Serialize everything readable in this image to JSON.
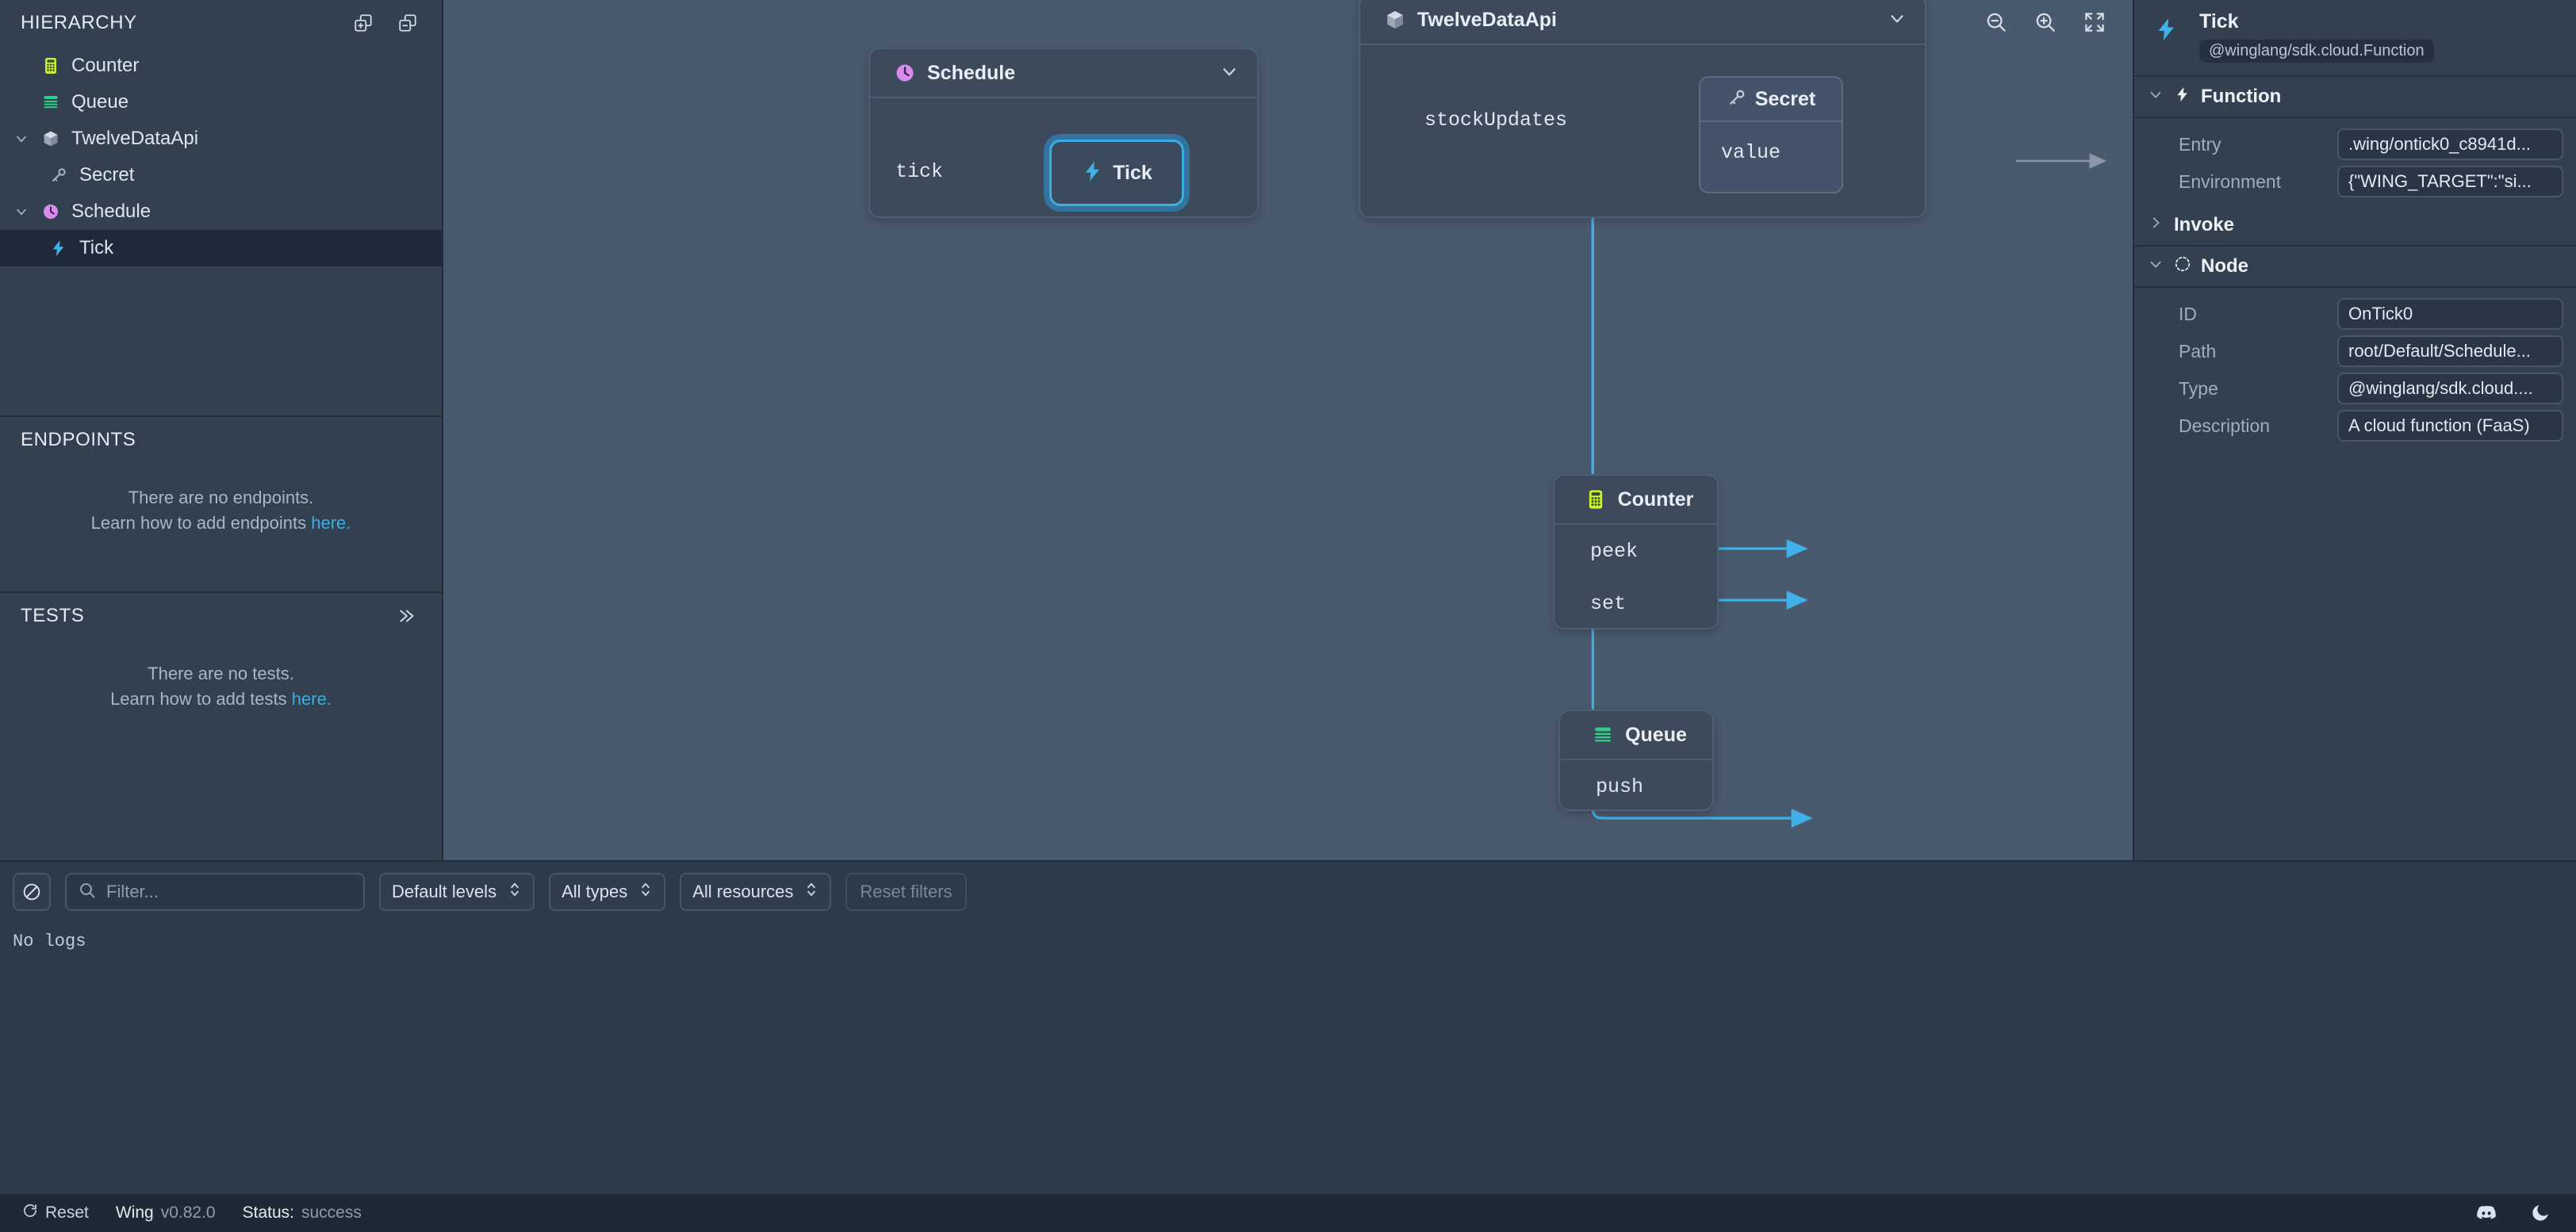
{
  "sidebar": {
    "hierarchy": {
      "title": "HIERARCHY",
      "expand_all_label": "expand-all",
      "collapse_all_label": "collapse-all",
      "items": [
        {
          "label": "Counter",
          "icon": "counter-icon",
          "depth": 1,
          "chevron": "none",
          "selected": false
        },
        {
          "label": "Queue",
          "icon": "queue-icon",
          "depth": 1,
          "chevron": "none",
          "selected": false
        },
        {
          "label": "TwelveDataApi",
          "icon": "cube-icon",
          "depth": 0,
          "chevron": "down",
          "selected": false
        },
        {
          "label": "Secret",
          "icon": "key-icon",
          "depth": 2,
          "chevron": "none",
          "selected": false
        },
        {
          "label": "Schedule",
          "icon": "clock-icon",
          "depth": 0,
          "chevron": "down",
          "selected": false
        },
        {
          "label": "Tick",
          "icon": "function-icon",
          "depth": 2,
          "chevron": "none",
          "selected": true
        }
      ]
    },
    "endpoints": {
      "title": "ENDPOINTS",
      "empty_line1": "There are no endpoints.",
      "empty_line2_prefix": "Learn how to add endpoints ",
      "empty_link": "here."
    },
    "tests": {
      "title": "TESTS",
      "run_all_label": "run-all-tests",
      "empty_line1": "There are no tests.",
      "empty_line2_prefix": "Learn how to add tests ",
      "empty_link": "here."
    }
  },
  "canvas": {
    "tools": [
      {
        "name": "zoom-out-icon",
        "label": "Zoom out"
      },
      {
        "name": "zoom-in-icon",
        "label": "Zoom in"
      },
      {
        "name": "fit-screen-icon",
        "label": "Fit to screen"
      }
    ],
    "nodes": {
      "schedule": {
        "title": "Schedule",
        "icon": "clock-icon",
        "port_tick": "tick"
      },
      "tick": {
        "title": "Tick",
        "icon": "function-icon"
      },
      "twelve": {
        "title": "TwelveDataApi",
        "icon": "cube-icon",
        "port_stock": "stockUpdates"
      },
      "secret": {
        "title": "Secret",
        "icon": "key-icon",
        "port_value": "value"
      },
      "counter": {
        "title": "Counter",
        "icon": "counter-icon",
        "port_peek": "peek",
        "port_set": "set"
      },
      "queue": {
        "title": "Queue",
        "icon": "queue-icon",
        "port_push": "push"
      }
    },
    "colors": {
      "edge": "#3fb0e8",
      "edge_muted": "#8a98a8",
      "selected": "#3bade3"
    }
  },
  "inspector": {
    "title": "Tick",
    "type_pill": "@winglang/sdk.cloud.Function",
    "sections": [
      {
        "name": "function",
        "title": "Function",
        "icon": "function-icon",
        "expanded": true
      },
      {
        "name": "invoke",
        "title": "Invoke",
        "icon": "none",
        "expanded": false
      },
      {
        "name": "node",
        "title": "Node",
        "icon": "node-icon",
        "expanded": true
      }
    ],
    "function_fields": [
      {
        "key": "Entry",
        "value": ".wing/ontick0_c8941d..."
      },
      {
        "key": "Environment",
        "value": "{\"WING_TARGET\":\"si..."
      }
    ],
    "node_fields": [
      {
        "key": "ID",
        "value": "OnTick0"
      },
      {
        "key": "Path",
        "value": "root/Default/Schedule..."
      },
      {
        "key": "Type",
        "value": "@winglang/sdk.cloud...."
      },
      {
        "key": "Description",
        "value": "A cloud function (FaaS)"
      }
    ]
  },
  "logs": {
    "clear_label": "clear-logs",
    "filter_placeholder": "Filter...",
    "filter_value": "",
    "selects": [
      {
        "name": "levels",
        "label": "Default levels"
      },
      {
        "name": "types",
        "label": "All types"
      },
      {
        "name": "resources",
        "label": "All resources"
      }
    ],
    "reset_label": "Reset filters",
    "empty": "No logs"
  },
  "statusbar": {
    "reset_label": "Reset",
    "app_name": "Wing",
    "version": "v0.82.0",
    "status_label": "Status:",
    "status_value": "success",
    "discord_label": "discord",
    "theme_label": "dark-mode"
  }
}
